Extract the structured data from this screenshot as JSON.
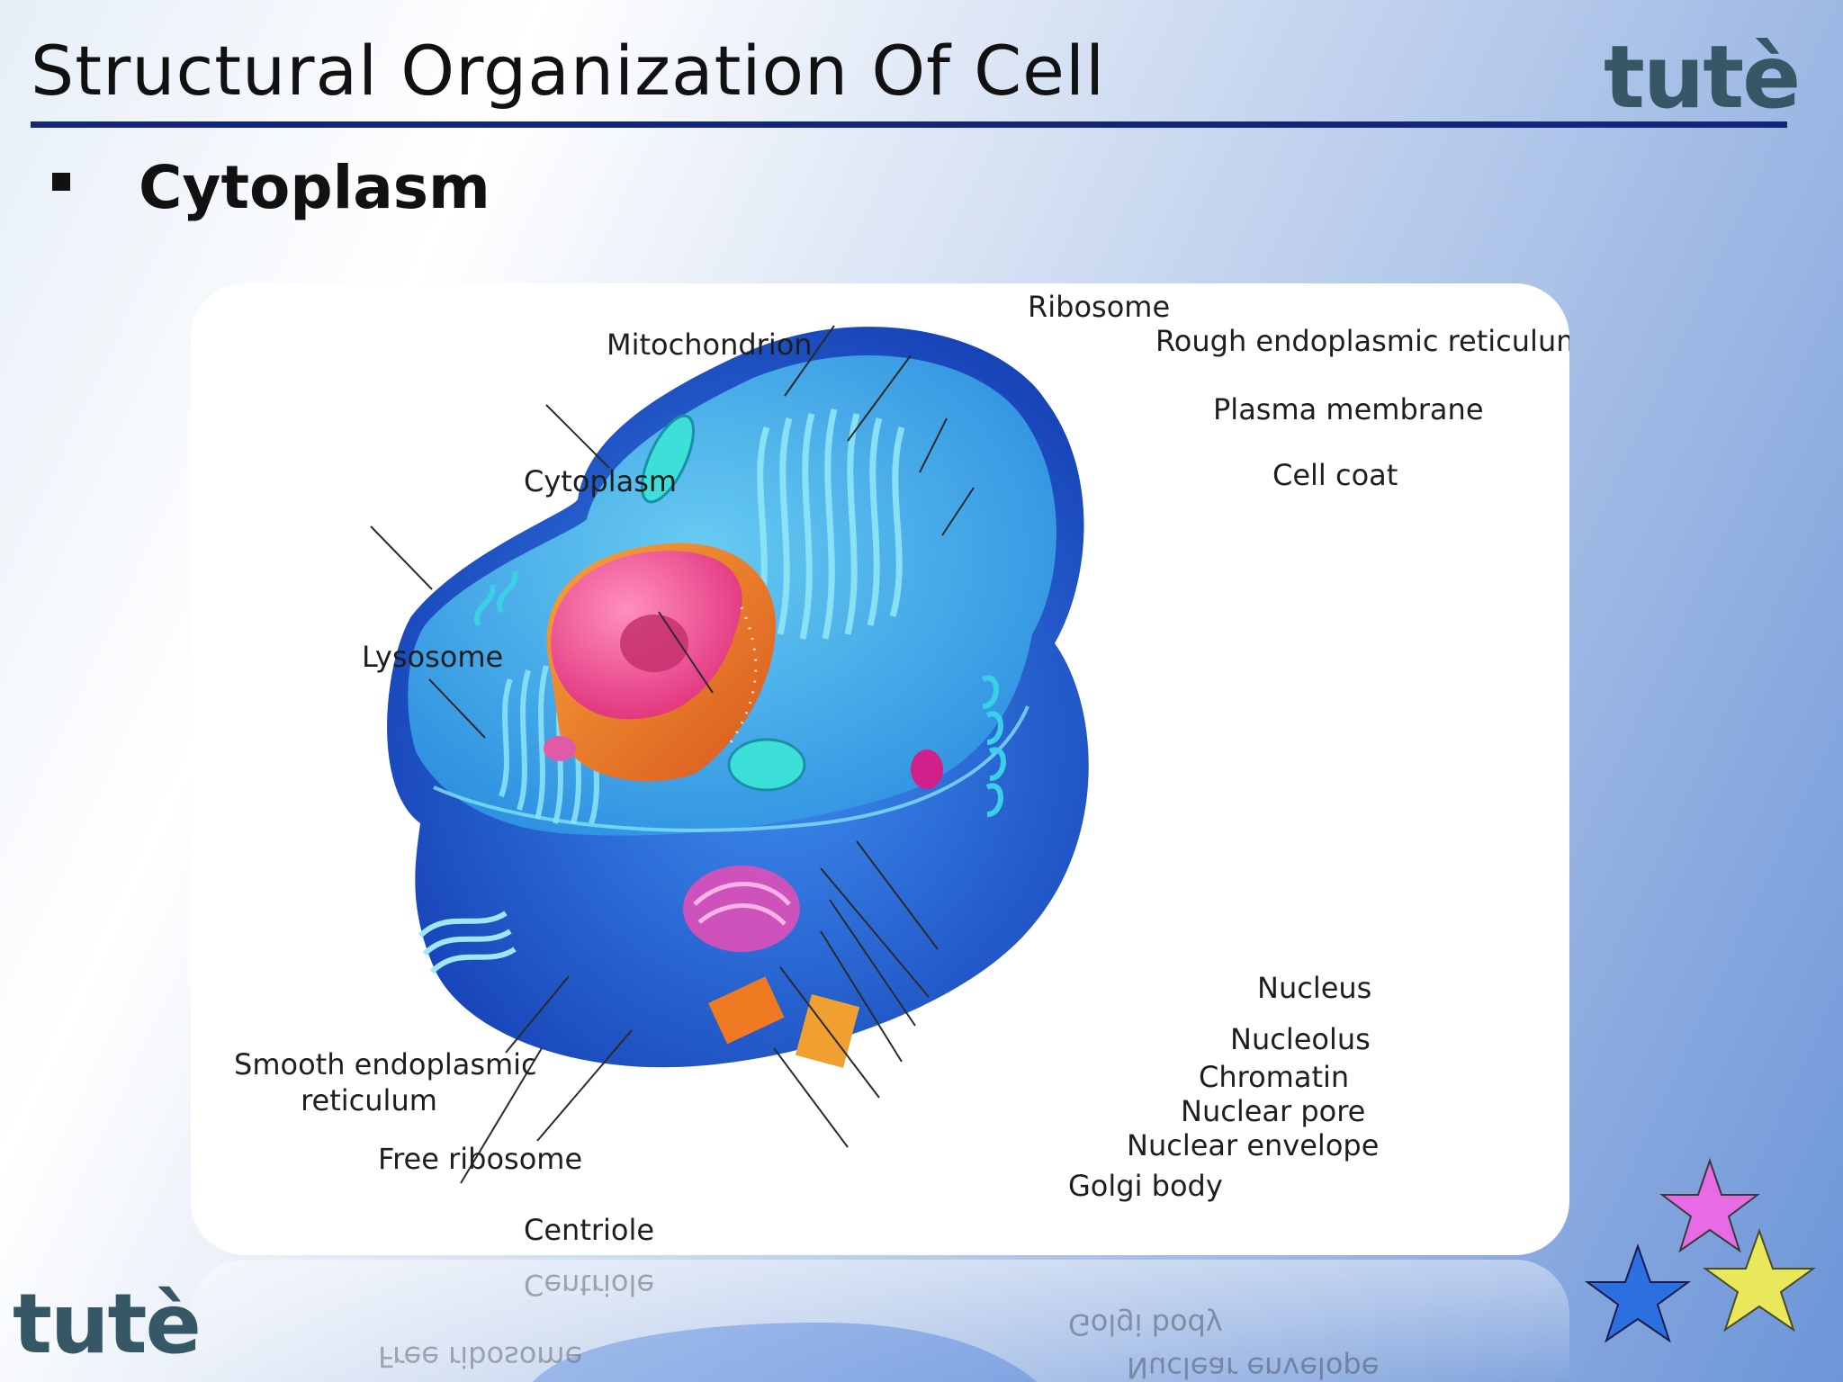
{
  "slide": {
    "title": "Structural Organization Of Cell",
    "logo": "tutè",
    "bullet": "Cytoplasm"
  },
  "diagram": {
    "labels": {
      "ribosome": "Ribosome",
      "mitochondrion": "Mitochondrion",
      "rough_er": "Rough endoplasmic reticulum",
      "plasma_membrane": "Plasma membrane",
      "cell_coat": "Cell coat",
      "cytoplasm": "Cytoplasm",
      "lysosome": "Lysosome",
      "nucleus": "Nucleus",
      "nucleolus": "Nucleolus",
      "chromatin": "Chromatin",
      "nuclear_pore": "Nuclear pore",
      "nuclear_envelope": "Nuclear envelope",
      "golgi_body": "Golgi body",
      "smooth_er_line1": "Smooth endoplasmic",
      "smooth_er_line2": "reticulum",
      "free_ribosome": "Free ribosome",
      "centriole": "Centriole"
    },
    "reflection": {
      "centriole": "Centriole",
      "free_ribosome": "Free ribosome",
      "golgi_body": "Golgi body",
      "nuclear_envelope": "Nuclear envelope"
    }
  },
  "colors": {
    "title_rule": "#13267a",
    "logo": "#355766",
    "cell_outer": "#1f5fd6",
    "cell_inner": "#3aa3e8",
    "nucleus": "#f0568f",
    "nucleus_rim": "#f0892e"
  }
}
